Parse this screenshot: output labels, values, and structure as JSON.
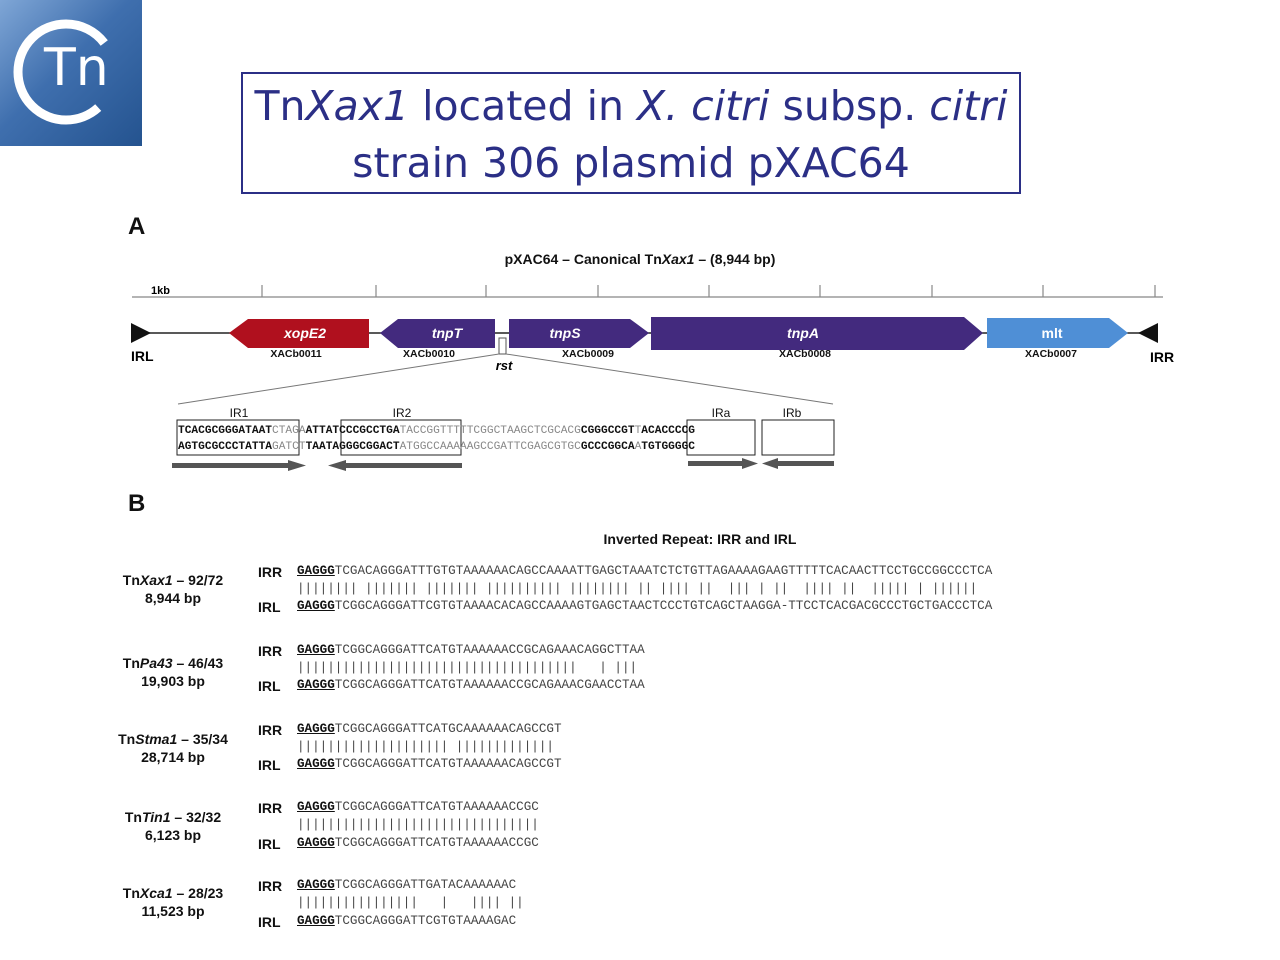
{
  "title": {
    "pre": "Tn",
    "it1": "Xax1",
    "mid1": " located in ",
    "it2": "X. citri",
    "mid2": " subsp. ",
    "it3": "citri",
    "line2": "strain 306 plasmid pXAC64"
  },
  "logo": {
    "text": "Tn"
  },
  "panel_a": {
    "label": "A",
    "heading_pre": "pXAC64 – Canonical Tn",
    "heading_it": "Xax1",
    "heading_post": " – (8,944 bp)",
    "scale_label": "1kb",
    "left_end": "IRL",
    "right_end": "IRR",
    "rst_label": "rst",
    "genes": [
      {
        "name": "xopE2",
        "locus": "XACb0011",
        "color": "#b0101e",
        "italic": true
      },
      {
        "name": "tnpT",
        "locus": "XACb0010",
        "color": "#432a7e",
        "italic": true
      },
      {
        "name": "tnpS",
        "locus": "XACb0009",
        "color": "#432a7e",
        "italic": true
      },
      {
        "name": "tnpA",
        "locus": "XACb0008",
        "color": "#432a7e",
        "italic": true
      },
      {
        "name": "mlt",
        "locus": "XACb0007",
        "color": "#4f8fd6",
        "italic": false
      }
    ],
    "repeats": [
      "IR1",
      "IR2",
      "IRa",
      "IRb"
    ],
    "seq_top": {
      "ir1": "TCACGCGGGATAAT",
      "g1": "CTAGA",
      "ir2": "ATTATCCCGCCTGA",
      "g2": "TACCGGTTTTTCGGCTAAGCTCGCACG",
      "ira": "CGGGCCGT",
      "g3": "T",
      "irb": "ACACCCCG"
    },
    "seq_bot": {
      "ir1": "AGTGCGCCCTATTA",
      "g1": "GATCT",
      "ir2": "TAATAGGGCGGACT",
      "g2": "ATGGCCAAAAAGCCGATTCGAGCGTGC",
      "ira": "GCCCGGCA",
      "g3": "A",
      "irb": "TGTGGGGC"
    }
  },
  "panel_b": {
    "label": "B",
    "heading": "Inverted Repeat: IRR and IRL",
    "prefix": "GAGGG",
    "rows": [
      {
        "name_pre": "Tn",
        "name_it": "Xax1",
        "name_post": " – 92/72",
        "size": "8,944 bp",
        "irr_label": "IRR",
        "irl_label": "IRL",
        "irr": "TCGACAGGGATTTGTGTAAAAAACAGCCAAAATTGAGCTAAATCTCTGTTAGAAAAGAAGTTTTTCACAACTTCCTGCCGGCCCTCA",
        "match": "|||||||| ||||||| ||||||| |||||||||| |||||||| || |||| ||  ||| | ||  |||| ||  ||||| | ||||||",
        "irl": "TCGGCAGGGATTCGTGTAAAACACAGCCAAAAGTGAGCTAACTCCCTGTCAGCTAAGGA-TTCCTCACGACGCCCTGCTGACCCTCA"
      },
      {
        "name_pre": "Tn",
        "name_it": "Pa43",
        "name_post": " – 46/43",
        "size": "19,903 bp",
        "irr_label": "IRR",
        "irl_label": "IRL",
        "irr": "TCGGCAGGGATTCATGTAAAAAACCGCAGAAACAGGCTTAA",
        "match": "|||||||||||||||||||||||||||||||||||||   | |||",
        "irl": "TCGGCAGGGATTCATGTAAAAAACCGCAGAAACGAACCTAA"
      },
      {
        "name_pre": "Tn",
        "name_it": "Stma1",
        "name_post": " – 35/34",
        "size": "28,714 bp",
        "irr_label": "IRR",
        "irl_label": "IRL",
        "irr": "TCGGCAGGGATTCATGCAAAAAACAGCCGT",
        "match": "|||||||||||||||||||| |||||||||||||",
        "irl": "TCGGCAGGGATTCATGTAAAAAACAGCCGT"
      },
      {
        "name_pre": "Tn",
        "name_it": "Tin1",
        "name_post": " – 32/32",
        "size": "6,123 bp",
        "irr_label": "IRR",
        "irl_label": "IRL",
        "irr": "TCGGCAGGGATTCATGTAAAAAACCGC",
        "match": "||||||||||||||||||||||||||||||||",
        "irl": "TCGGCAGGGATTCATGTAAAAAACCGC"
      },
      {
        "name_pre": "Tn",
        "name_it": "Xca1",
        "name_post": " – 28/23",
        "size": "11,523 bp",
        "irr_label": "IRR",
        "irl_label": "IRL",
        "irr": "TCGGCAGGGATTGATACAAAAAAC",
        "match": "||||||||||||||||   |   |||| ||",
        "irl": "TCGGCAGGGATTCGTGTAAAAGAC"
      }
    ]
  }
}
